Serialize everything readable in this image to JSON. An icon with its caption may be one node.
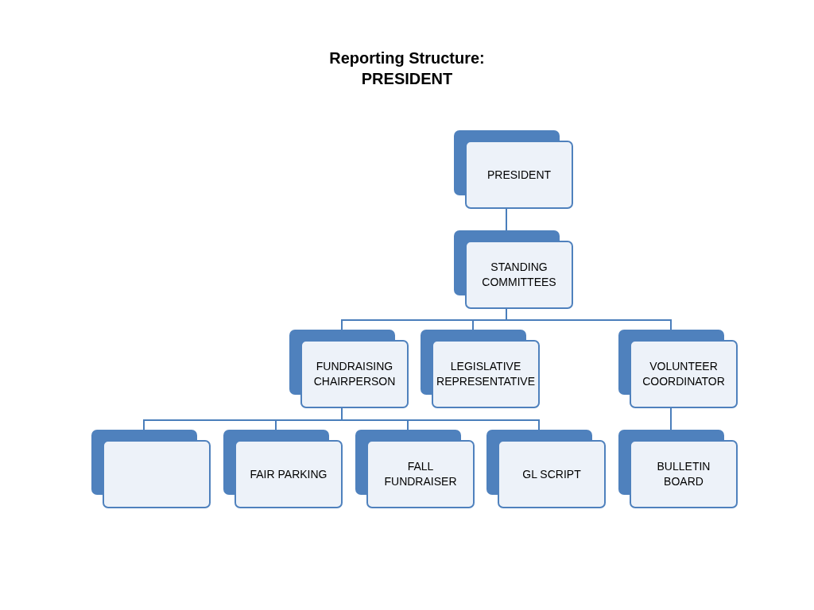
{
  "diagram": {
    "title": "Reporting Structure: PRESIDENT",
    "nodes": [
      {
        "text": [
          "PRESIDENT"
        ]
      },
      {
        "text": [
          "STANDING COMMITTEES"
        ]
      },
      {
        "text": [
          "FUNDRAISING CHAIRPERSON"
        ]
      },
      {
        "text": [
          "LEGISLATIVE REPRESENTATIVE"
        ]
      },
      {
        "text": [
          "VOLUNTEER COORDINATOR"
        ]
      },
      {
        "text": [],
        "shape": "box"
      },
      {
        "text": [
          "FAIR PARKING"
        ]
      },
      {
        "text": [
          "FALL FUNDRAISER"
        ]
      },
      {
        "text": [
          "GL SCRIPT"
        ]
      },
      {
        "text": [
          "BULLETIN BOARD"
        ]
      }
    ],
    "edges": [
      {
        "from": 0,
        "to": 1,
        "arrow": "none"
      },
      {
        "from": 1,
        "to": 2,
        "arrow": "none"
      },
      {
        "from": 1,
        "to": 3,
        "arrow": "none"
      },
      {
        "from": 1,
        "to": 4,
        "arrow": "none"
      },
      {
        "from": 2,
        "to": 5,
        "arrow": "none"
      },
      {
        "from": 2,
        "to": 6,
        "arrow": "none"
      },
      {
        "from": 2,
        "to": 7,
        "arrow": "none"
      },
      {
        "from": 2,
        "to": 8,
        "arrow": "none"
      },
      {
        "from": 4,
        "to": 9,
        "arrow": "none"
      }
    ]
  }
}
